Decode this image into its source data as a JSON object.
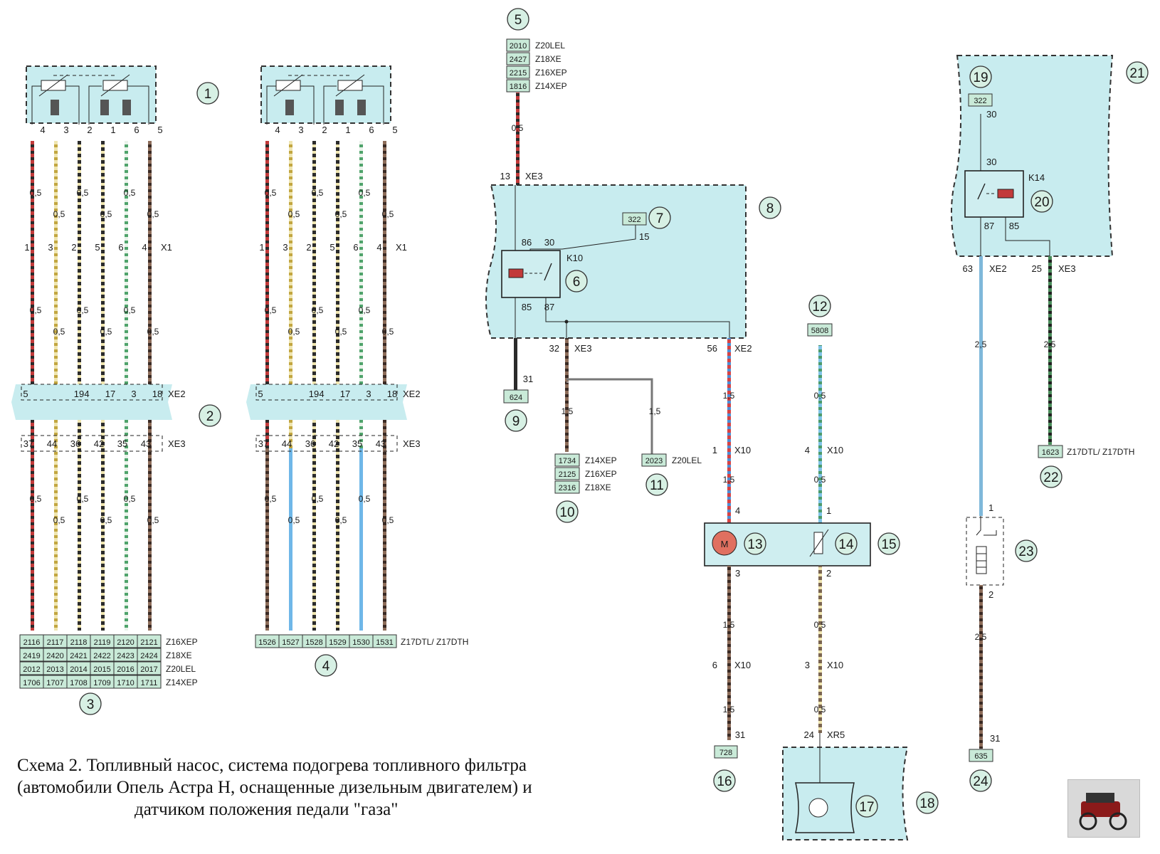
{
  "caption": {
    "line1": "Схема 2. Топливный насос, система подогрева топливного фильтра",
    "line2": "(автомобили Опель Астра H, оснащенные дизельным двигателем) и",
    "line3": "датчиком положения педали \"газа\""
  },
  "colors": {
    "teal": "#c8ecef",
    "code": "#c9ead8",
    "callout": "#d7f0e4"
  },
  "callouts": {
    "c1": "1",
    "c2": "2",
    "c3": "3",
    "c4": "4",
    "c5": "5",
    "c6": "6",
    "c7": "7",
    "c8": "8",
    "c9": "9",
    "c10": "10",
    "c11": "11",
    "c12": "12",
    "c13": "13",
    "c14": "14",
    "c15": "15",
    "c16": "16",
    "c17": "17",
    "c18": "18",
    "c19": "19",
    "c20": "20",
    "c21": "21",
    "c22": "22",
    "c23": "23",
    "c24": "24"
  },
  "connectors": {
    "x1": "X1",
    "xe2": "XE2",
    "xe3": "XE3",
    "x10": "X10",
    "xr5": "XR5",
    "k10": "K10",
    "k14": "K14",
    "motor": "M"
  },
  "sensor_pins_top": [
    "4",
    "3",
    "2",
    "1",
    "6",
    "5"
  ],
  "x1_pins": [
    "1",
    "3",
    "2",
    "5",
    "6",
    "4"
  ],
  "xe2_pins": [
    "5",
    "19",
    "4",
    "17",
    "3",
    "18"
  ],
  "xe3_pins": [
    "37",
    "44",
    "36",
    "42",
    "35",
    "43"
  ],
  "gauge": {
    "g05": "0,5",
    "g15": "1,5",
    "g25": "2,5"
  },
  "group3": {
    "rows": [
      {
        "codes": [
          "2116",
          "2117",
          "2118",
          "2119",
          "2120",
          "2121"
        ],
        "engine": "Z16XEP"
      },
      {
        "codes": [
          "2419",
          "2420",
          "2421",
          "2422",
          "2423",
          "2424"
        ],
        "engine": "Z18XE"
      },
      {
        "codes": [
          "2012",
          "2013",
          "2014",
          "2015",
          "2016",
          "2017"
        ],
        "engine": "Z20LEL"
      },
      {
        "codes": [
          "1706",
          "1707",
          "1708",
          "1709",
          "1710",
          "1711"
        ],
        "engine": "Z14XEP"
      }
    ]
  },
  "group4": {
    "codes": [
      "1526",
      "1527",
      "1528",
      "1529",
      "1530",
      "1531"
    ],
    "engine": "Z17DTL/ Z17DTH"
  },
  "item5": {
    "rows": [
      {
        "code": "2010",
        "engine": "Z20LEL"
      },
      {
        "code": "2427",
        "engine": "Z18XE"
      },
      {
        "code": "2215",
        "engine": "Z16XEP"
      },
      {
        "code": "1816",
        "engine": "Z14XEP"
      }
    ]
  },
  "relay_k10": {
    "p86": "86",
    "p30": "30",
    "p85": "85",
    "p87": "87",
    "p15": "15",
    "fuse": "322"
  },
  "xe3_pin13": "13",
  "item9": {
    "code": "624",
    "pin": "31"
  },
  "xe3_pin32": "32",
  "item10": {
    "rows": [
      {
        "code": "1734",
        "engine": "Z14XEP"
      },
      {
        "code": "2125",
        "engine": "Z16XEP"
      },
      {
        "code": "2316",
        "engine": "Z18XE"
      }
    ]
  },
  "item11": {
    "code": "2023",
    "engine": "Z20LEL"
  },
  "xe2_pin56": "56",
  "item12": {
    "code": "5808"
  },
  "x10_pins": {
    "p1": "1",
    "p4": "4",
    "p6": "6",
    "p3": "3"
  },
  "item15": {
    "m4": "4",
    "m3": "3",
    "s1": "1",
    "s2": "2"
  },
  "item16": {
    "code": "728",
    "pin": "31"
  },
  "item18": {
    "pin": "24"
  },
  "relay_k14": {
    "fuse": "322",
    "p30top": "30",
    "p30": "30",
    "p87": "87",
    "p85": "85"
  },
  "item21_pins": {
    "xe2": "63",
    "xe3": "25"
  },
  "item22": {
    "code": "1623",
    "engine": "Z17DTL/ Z17DTH"
  },
  "item23": {
    "p1": "1",
    "p2": "2"
  },
  "item24": {
    "code": "635",
    "pin": "31"
  }
}
